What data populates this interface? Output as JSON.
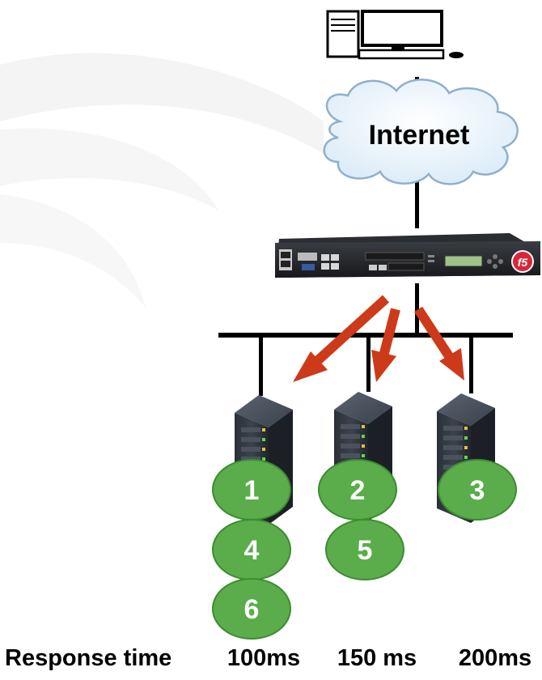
{
  "cloud": {
    "label": "Internet"
  },
  "colors": {
    "line": "#000000",
    "arrow": "#cc3a1a",
    "bubble_fill": "#5aad4a",
    "bubble_stroke": "#3d8c32",
    "cloud_fill": "#e6f2fb",
    "cloud_stroke": "#9ab9d4"
  },
  "requests": [
    {
      "label": "1",
      "server": 1
    },
    {
      "label": "2",
      "server": 2
    },
    {
      "label": "3",
      "server": 3
    },
    {
      "label": "4",
      "server": 1
    },
    {
      "label": "5",
      "server": 2
    },
    {
      "label": "6",
      "server": 1
    }
  ],
  "footer": {
    "label": "Response time",
    "times": [
      "100ms",
      "150 ms",
      "200ms"
    ]
  },
  "icons": {
    "client": "desktop-computer-icon",
    "loadbalancer": "f5-load-balancer-icon",
    "server": "server-tower-icon"
  }
}
